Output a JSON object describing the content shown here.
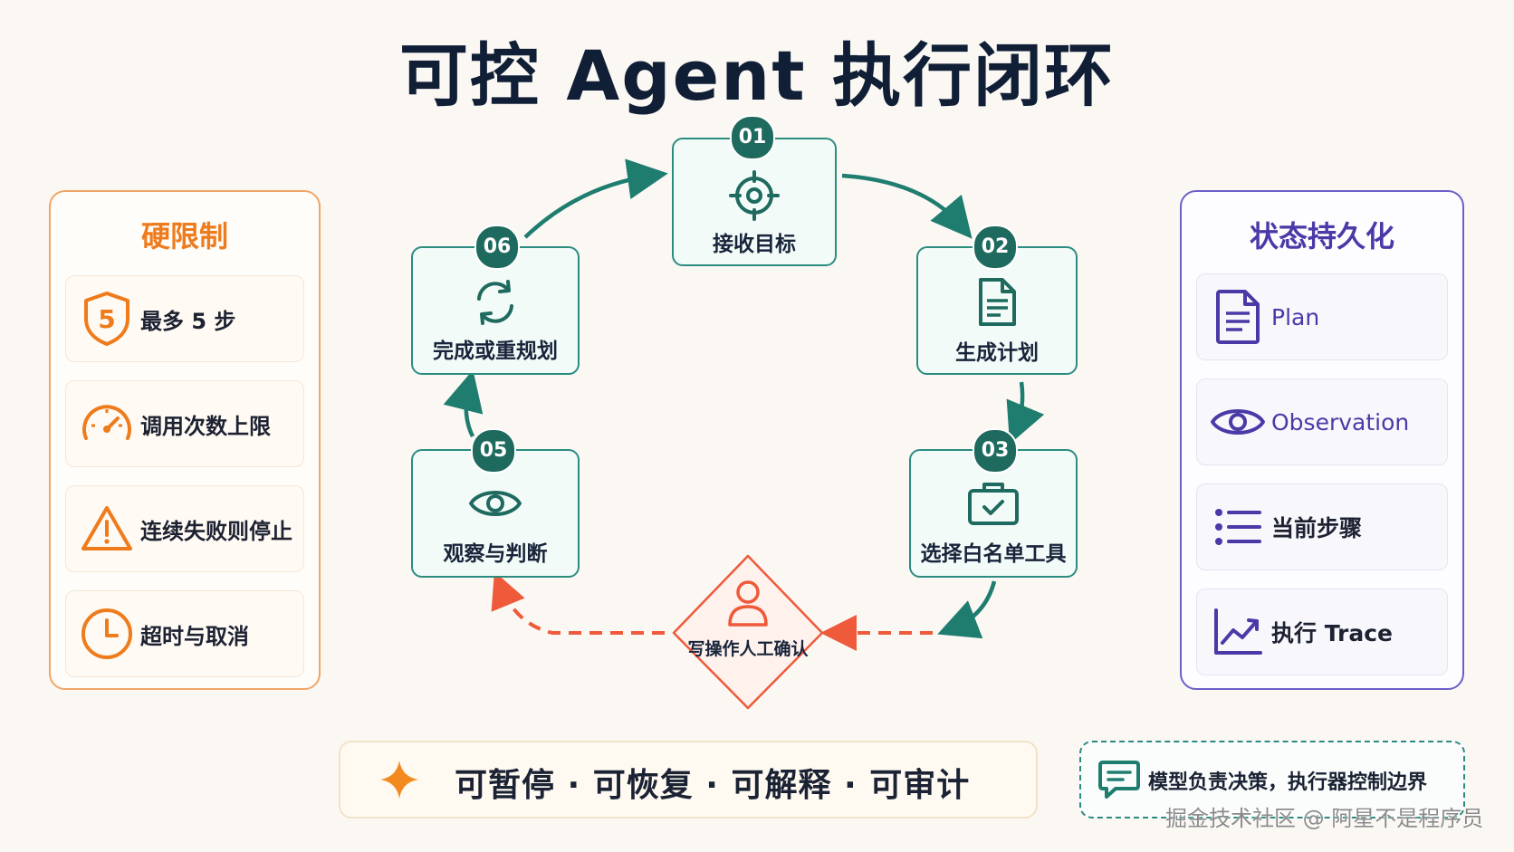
{
  "title": "可控 Agent 执行闭环",
  "left_panel": {
    "title": "硬限制",
    "items": [
      {
        "label": "最多 5 步",
        "icon": "shield-5-icon",
        "badge": "5"
      },
      {
        "label": "调用次数上限",
        "icon": "speedometer-icon"
      },
      {
        "label": "连续失败则停止",
        "icon": "warning-icon"
      },
      {
        "label": "超时与取消",
        "icon": "clock-icon"
      }
    ]
  },
  "right_panel": {
    "title": "状态持久化",
    "items": [
      {
        "label": "Plan",
        "icon": "document-icon"
      },
      {
        "label": "Observation",
        "icon": "eye-icon"
      },
      {
        "label": "当前步骤",
        "icon": "list-icon"
      },
      {
        "label": "执行 Trace",
        "icon": "trend-chart-icon"
      }
    ]
  },
  "loop": {
    "steps": [
      {
        "num": "01",
        "label": "接收目标",
        "icon": "target-icon"
      },
      {
        "num": "02",
        "label": "生成计划",
        "icon": "document-icon"
      },
      {
        "num": "03",
        "label": "选择白名单工具",
        "icon": "toolbox-check-icon"
      },
      {
        "num": "05",
        "label": "观察与判断",
        "icon": "eye-icon"
      },
      {
        "num": "06",
        "label": "完成或重规划",
        "icon": "refresh-icon"
      }
    ],
    "confirm": {
      "label": "写操作人工确认",
      "icon": "person-icon"
    }
  },
  "bottom": {
    "text": "可暂停 · 可恢复 · 可解释 · 可审计",
    "icon": "sparkle-icon"
  },
  "note": {
    "text": "模型负责决策，执行器控制边界",
    "icon": "chat-icon"
  },
  "watermark": "掘金技术社区 @ 阿星不是程序员",
  "colors": {
    "teal": "#1f6a5e",
    "orange": "#ee7b1c",
    "purple": "#4a3aa7",
    "red": "#ee5a3a"
  }
}
